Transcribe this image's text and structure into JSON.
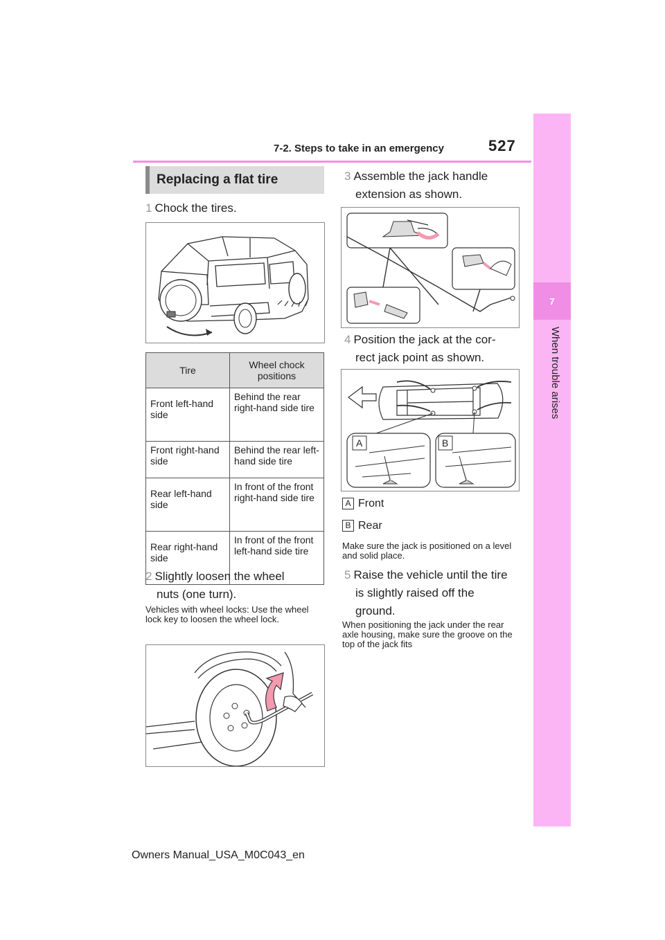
{
  "header": {
    "section": "7-2. Steps to take in an emergency",
    "page_number": "527"
  },
  "side_tab": {
    "chapter_number": "7",
    "chapter_title": "When trouble arises"
  },
  "section_title": "Replacing a flat tire",
  "steps": [
    {
      "num": "1",
      "text": "Chock the tires."
    },
    {
      "num": "2",
      "text_line1": "Slightly loosen the wheel",
      "text_line2": "nuts (one turn)."
    },
    {
      "num": "3",
      "text_line1": "Assemble the jack handle",
      "text_line2": "extension as shown."
    },
    {
      "num": "4",
      "text_line1": "Position the jack at the cor-",
      "text_line2": "rect jack point as shown."
    },
    {
      "num": "5",
      "text_line1": "Raise the vehicle until the tire",
      "text_line2": "is slightly raised off the",
      "text_line3": "ground."
    }
  ],
  "table": {
    "headers": [
      "Tire",
      "Wheel chock positions"
    ],
    "rows": [
      [
        "Front left-hand side",
        "Behind the rear right-hand side tire"
      ],
      [
        "Front right-hand side",
        "Behind the rear left-hand side tire"
      ],
      [
        "Rear left-hand side",
        "In front of the front right-hand side tire"
      ],
      [
        "Rear right-hand side",
        "In front of the front left-hand side tire"
      ]
    ]
  },
  "notes": {
    "wheel_lock": "Vehicles with wheel locks: Use the wheel lock key to loosen the wheel lock.",
    "jack_level": "Make sure the jack is positioned on a level and solid place.",
    "axle": "When positioning the jack under the rear axle housing, make sure the groove on the top of the jack fits"
  },
  "legend": [
    {
      "key": "A",
      "label": "Front"
    },
    {
      "key": "B",
      "label": "Rear"
    }
  ],
  "footer": "Owners Manual_USA_M0C043_en",
  "colors": {
    "accent_pink": "#f08ee6",
    "tab_pink": "#fbb5f5",
    "arrow_pink": "#f29ab0",
    "section_gray": "#dcdcdc"
  }
}
